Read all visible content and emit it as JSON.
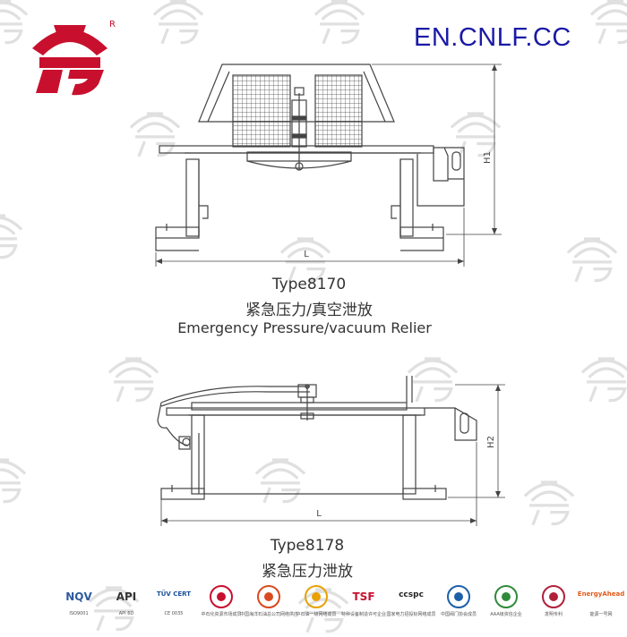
{
  "header": {
    "website": "EN.CNLF.CC",
    "brand_colors": {
      "logo_red": "#c8102e",
      "website_blue": "#1a1aa6"
    },
    "registered_mark": "R"
  },
  "drawing_top": {
    "type_label": "Type8170",
    "name_cn": "紧急压力/真空泄放",
    "name_en": "Emergency Pressure/vacuum Relier",
    "dim_length": "L",
    "dim_height": "H1"
  },
  "drawing_bottom": {
    "type_label": "Type8178",
    "name_cn": "紧急压力泄放",
    "dim_length": "L",
    "dim_height": "H2"
  },
  "certifications": [
    {
      "icon": "nqv-logo",
      "mark": "NQV",
      "label": "ISO9001",
      "color": "#2c5aa0"
    },
    {
      "icon": "api-logo",
      "mark": "API",
      "label": "API 6D",
      "color": "#333333"
    },
    {
      "icon": "tuv-logo",
      "mark": "TÜV CERT",
      "label": "CE 0035",
      "color": "#1c4f9c"
    },
    {
      "icon": "sinopec-logo",
      "mark": "",
      "label": "中石化资源市场成员",
      "color": "#c8102e"
    },
    {
      "icon": "cnooc-logo",
      "mark": "",
      "label": "中国海洋石油总公司网络供应商",
      "color": "#d94a1e"
    },
    {
      "icon": "petrochina-logo",
      "mark": "",
      "label": "中石油一级网络成员",
      "color": "#e8a100"
    },
    {
      "icon": "tsf-logo",
      "mark": "TSF",
      "label": "特种设备制造许可企业",
      "color": "#c8102e"
    },
    {
      "icon": "ccspc-logo",
      "mark": "ccspc",
      "label": "国家电力招投标网络成员",
      "color": "#222222"
    },
    {
      "icon": "valve-association-logo",
      "mark": "",
      "label": "中国阀门协会成员",
      "color": "#1c5fa8"
    },
    {
      "icon": "aaa-credit-logo",
      "mark": "",
      "label": "AAA级资信企业",
      "color": "#2e8b3a"
    },
    {
      "icon": "patent-logo",
      "mark": "",
      "label": "发明专利",
      "color": "#b0203a"
    },
    {
      "icon": "energy-ahead-logo",
      "mark": "EnergyAhead",
      "label": "能源一号网",
      "color": "#e05a1b"
    }
  ]
}
